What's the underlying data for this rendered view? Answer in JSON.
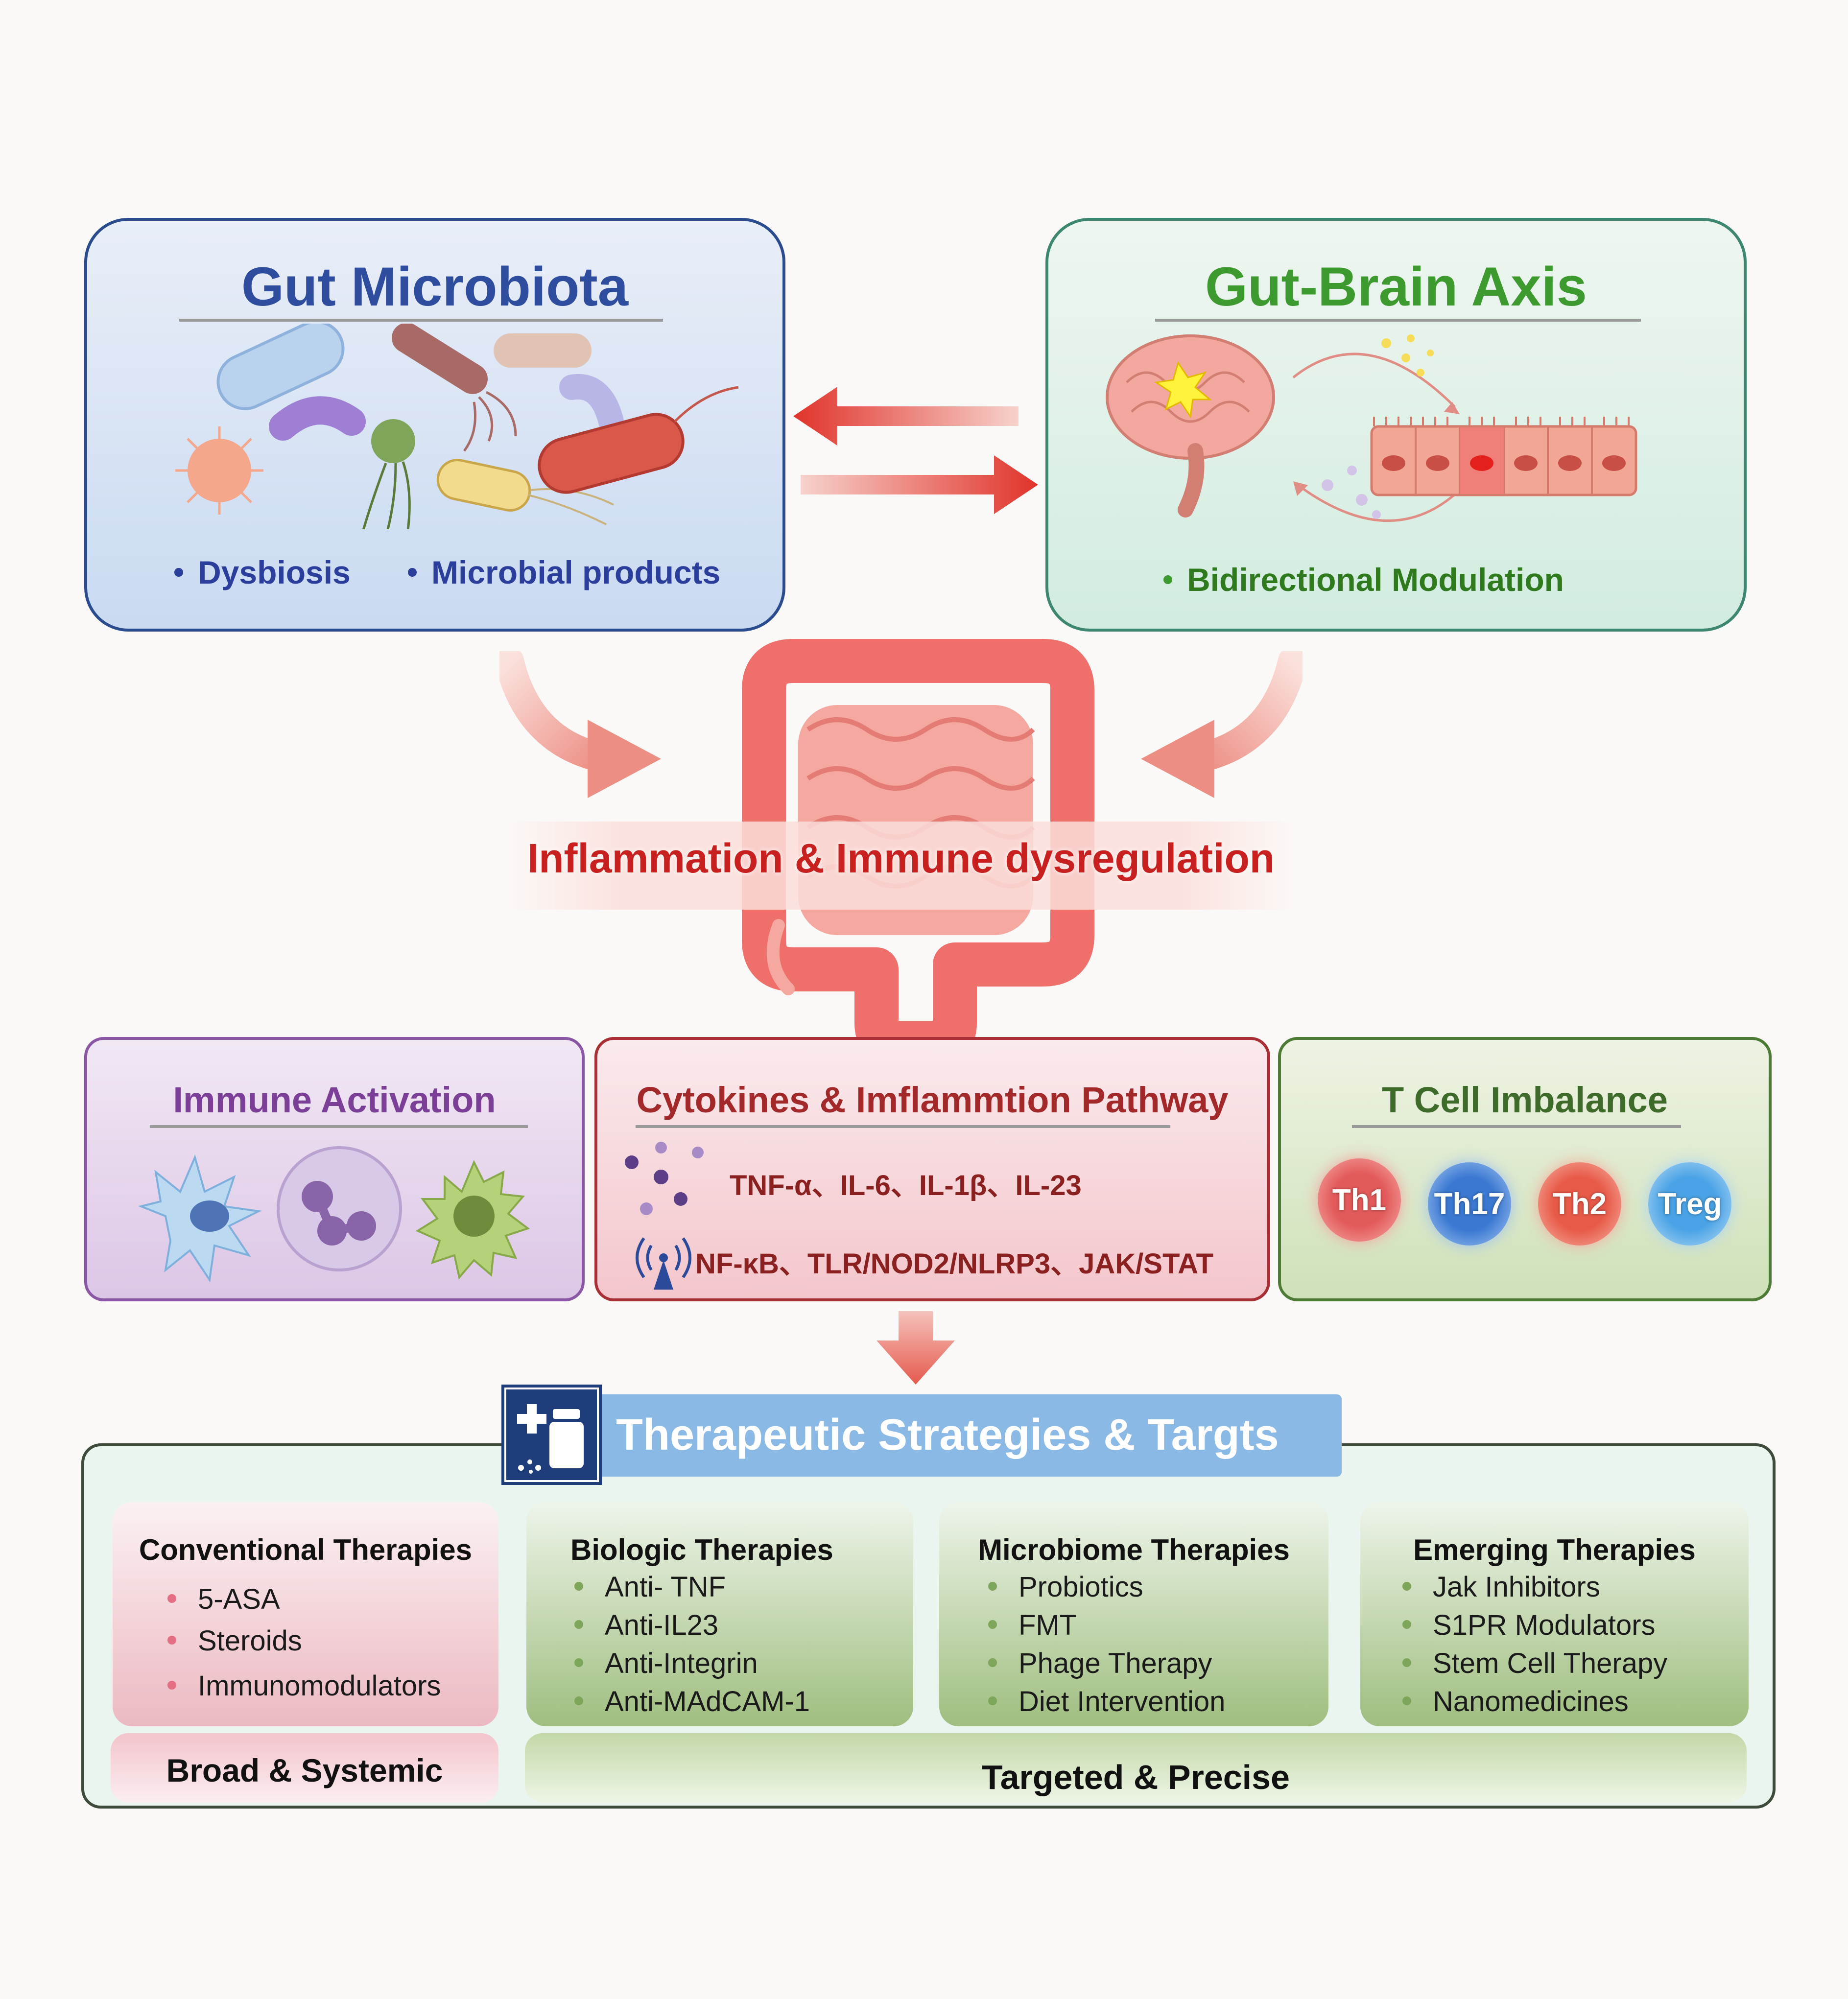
{
  "gut_microbiota": {
    "title": "Gut Microbiota",
    "bullets": [
      "Dysbiosis",
      "Microbial products"
    ]
  },
  "gut_brain_axis": {
    "title": "Gut-Brain Axis",
    "bullet": "Bidirectional Modulation"
  },
  "center_label": "Inflammation & Immune dysregulation",
  "immune_activation": {
    "title": "Immune Activation"
  },
  "cytokines": {
    "title": "Cytokines & Imflammtion Pathway",
    "line1": "TNF-α、IL-6、IL-1β、IL-23",
    "line2": "NF-κB、TLR/NOD2/NLRP3、JAK/STAT"
  },
  "t_cell": {
    "title": "T Cell Imbalance",
    "cells": [
      "Th1",
      "Th17",
      "Th2",
      "Treg"
    ]
  },
  "therapeutic": {
    "title": "Therapeutic Strategies & Targts",
    "conventional": {
      "title": "Conventional Therapies",
      "items": [
        "5-ASA",
        "Steroids",
        "Immunomodulators"
      ]
    },
    "biologic": {
      "title": "Biologic Therapies",
      "items": [
        "Anti- TNF",
        "Anti-IL23",
        "Anti-Integrin",
        "Anti-MAdCAM-1"
      ]
    },
    "microbiome": {
      "title": "Microbiome Therapies",
      "items": [
        "Probiotics",
        "FMT",
        "Phage Therapy",
        "Diet Intervention"
      ]
    },
    "emerging": {
      "title": "Emerging Therapies",
      "items": [
        "Jak Inhibitors",
        "S1PR Modulators",
        "Stem Cell Therapy",
        "Nanomedicines"
      ]
    },
    "broad_label": "Broad & Systemic",
    "targeted_label": "Targeted & Precise"
  },
  "colors": {
    "microbiota_blue": "#2f4d9e",
    "brain_green": "#3c9a2e",
    "inflammation_red": "#c8201f",
    "immune_purple": "#7b3f98",
    "cytokine_red": "#a3282a",
    "tcell_green": "#3f6b2a",
    "therapeutic_blue": "#8ab9e6"
  }
}
